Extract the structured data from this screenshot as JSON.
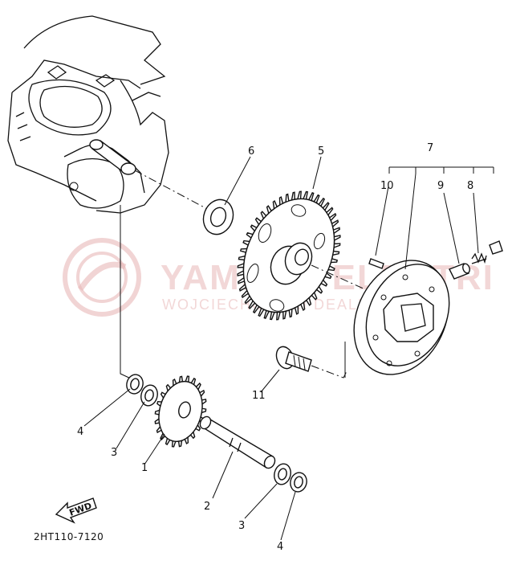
{
  "watermark": {
    "brand": "YAMAHA ELEKTRI",
    "subline": "WOJCIECHOWSKI DEALER HU",
    "logo_color": "#e06666"
  },
  "diagram_code": "2HT110-7120",
  "direction_label": "FWD",
  "callouts": [
    {
      "id": "1",
      "label": "1"
    },
    {
      "id": "2",
      "label": "2"
    },
    {
      "id": "3a",
      "label": "3"
    },
    {
      "id": "3b",
      "label": "3"
    },
    {
      "id": "4a",
      "label": "4"
    },
    {
      "id": "4b",
      "label": "4"
    },
    {
      "id": "5",
      "label": "5"
    },
    {
      "id": "6",
      "label": "6"
    },
    {
      "id": "7",
      "label": "7"
    },
    {
      "id": "8",
      "label": "8"
    },
    {
      "id": "9",
      "label": "9"
    },
    {
      "id": "10",
      "label": "10"
    },
    {
      "id": "11",
      "label": "11"
    }
  ]
}
